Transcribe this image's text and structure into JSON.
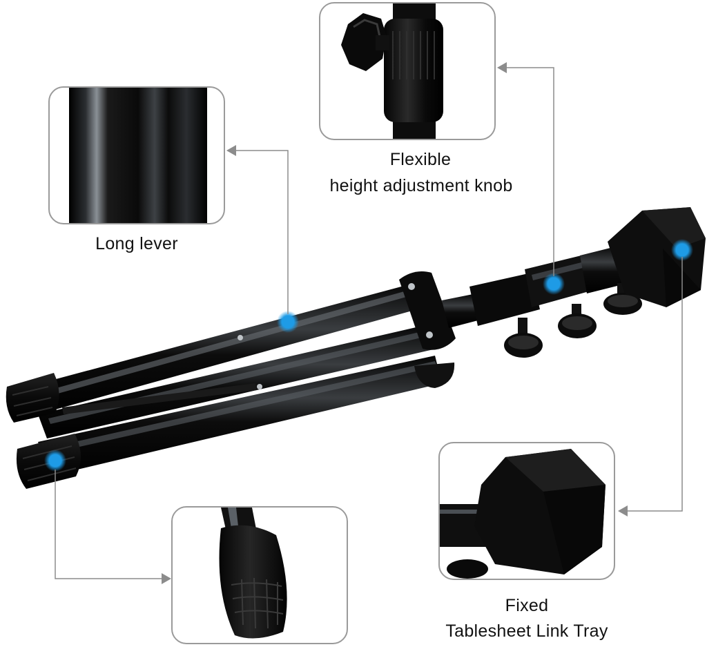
{
  "callouts": {
    "long_lever": {
      "label": "Long lever"
    },
    "knob": {
      "line1": "Flexible",
      "line2": "height adjustment knob"
    },
    "tray": {
      "line1": "Fixed",
      "line2": "Tablesheet Link Tray"
    }
  },
  "colors": {
    "background": "#ffffff",
    "frame": "#9a9a9a",
    "leader": "#8c8c8c",
    "metal": "#111111",
    "highlight": "#9aa2aa",
    "marker": "#1e9be6"
  },
  "icons": [
    "blue-marker-dot",
    "arrowhead-icon"
  ]
}
